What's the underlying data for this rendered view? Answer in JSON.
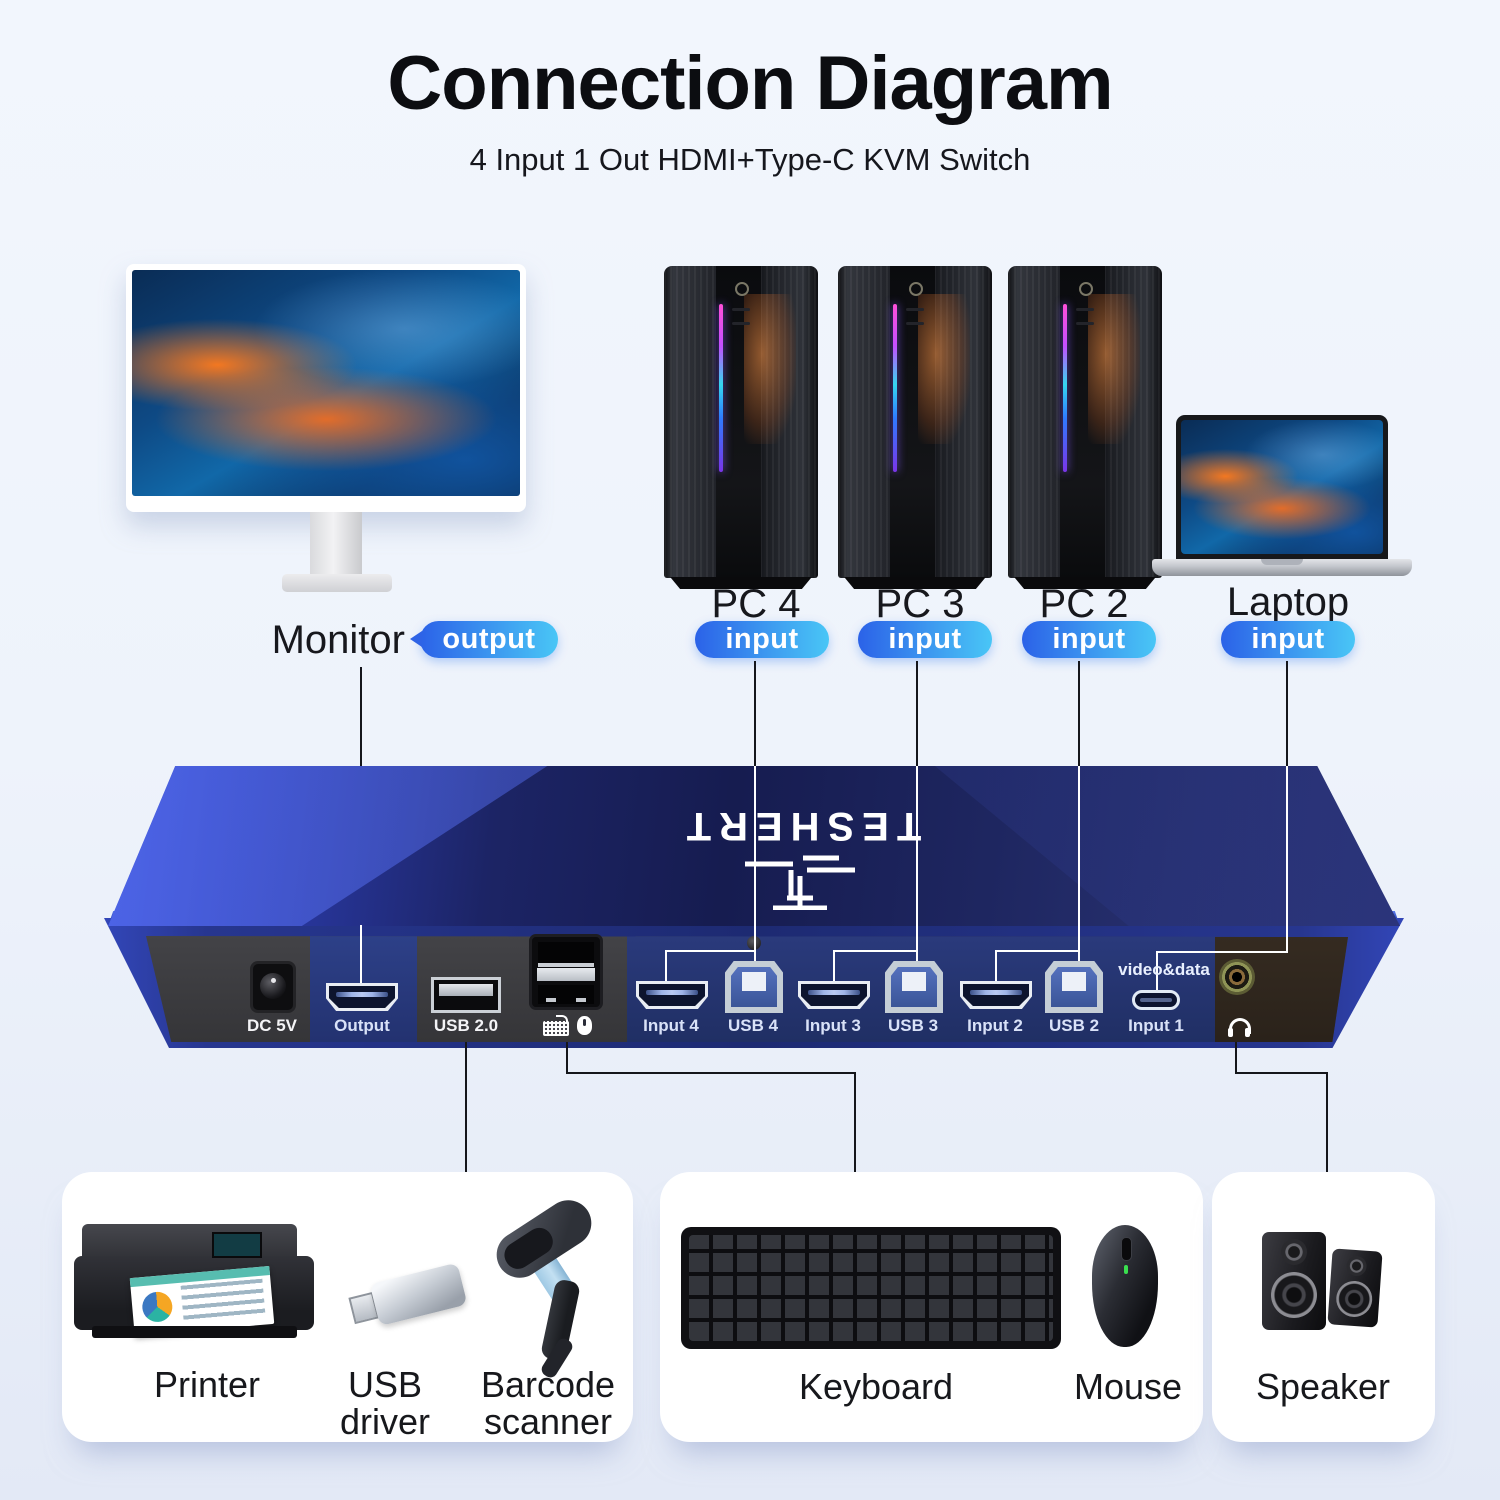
{
  "header": {
    "title": "Connection Diagram",
    "subtitle": "4 Input 1 Out HDMI+Type-C KVM Switch"
  },
  "brand": "TESHERT",
  "sources": [
    {
      "name": "Monitor",
      "badge": "output"
    },
    {
      "name": "PC 4",
      "badge": "input"
    },
    {
      "name": "PC 3",
      "badge": "input"
    },
    {
      "name": "PC 2",
      "badge": "input"
    },
    {
      "name": "Laptop",
      "badge": "input"
    }
  ],
  "ports": {
    "dc": "DC 5V",
    "output": "Output",
    "usb20": "USB 2.0",
    "input4": "Input 4",
    "usb4": "USB 4",
    "input3": "Input 3",
    "usb3": "USB 3",
    "input2": "Input 2",
    "usb2": "USB 2",
    "video_data": "video&data",
    "input1": "Input 1"
  },
  "icons": {
    "keyboard_port": "keyboard-icon",
    "mouse_port": "mouse-icon",
    "headphones_port": "headphones-icon"
  },
  "peripherals": [
    {
      "name": "Printer"
    },
    {
      "name": "USB driver"
    },
    {
      "name": "Barcode scanner"
    },
    {
      "name": "Keyboard"
    },
    {
      "name": "Mouse"
    },
    {
      "name": "Speaker"
    }
  ],
  "colors": {
    "background": "#eef3fb",
    "badge_gradient_start": "#2b62e8",
    "badge_gradient_end": "#49c6f6",
    "device_top_blue": "#1c2465",
    "panel_gray": "#3a3a3e",
    "panel_blue": "#253468",
    "line_dark": "#15161b",
    "line_light": "#ffffff"
  }
}
